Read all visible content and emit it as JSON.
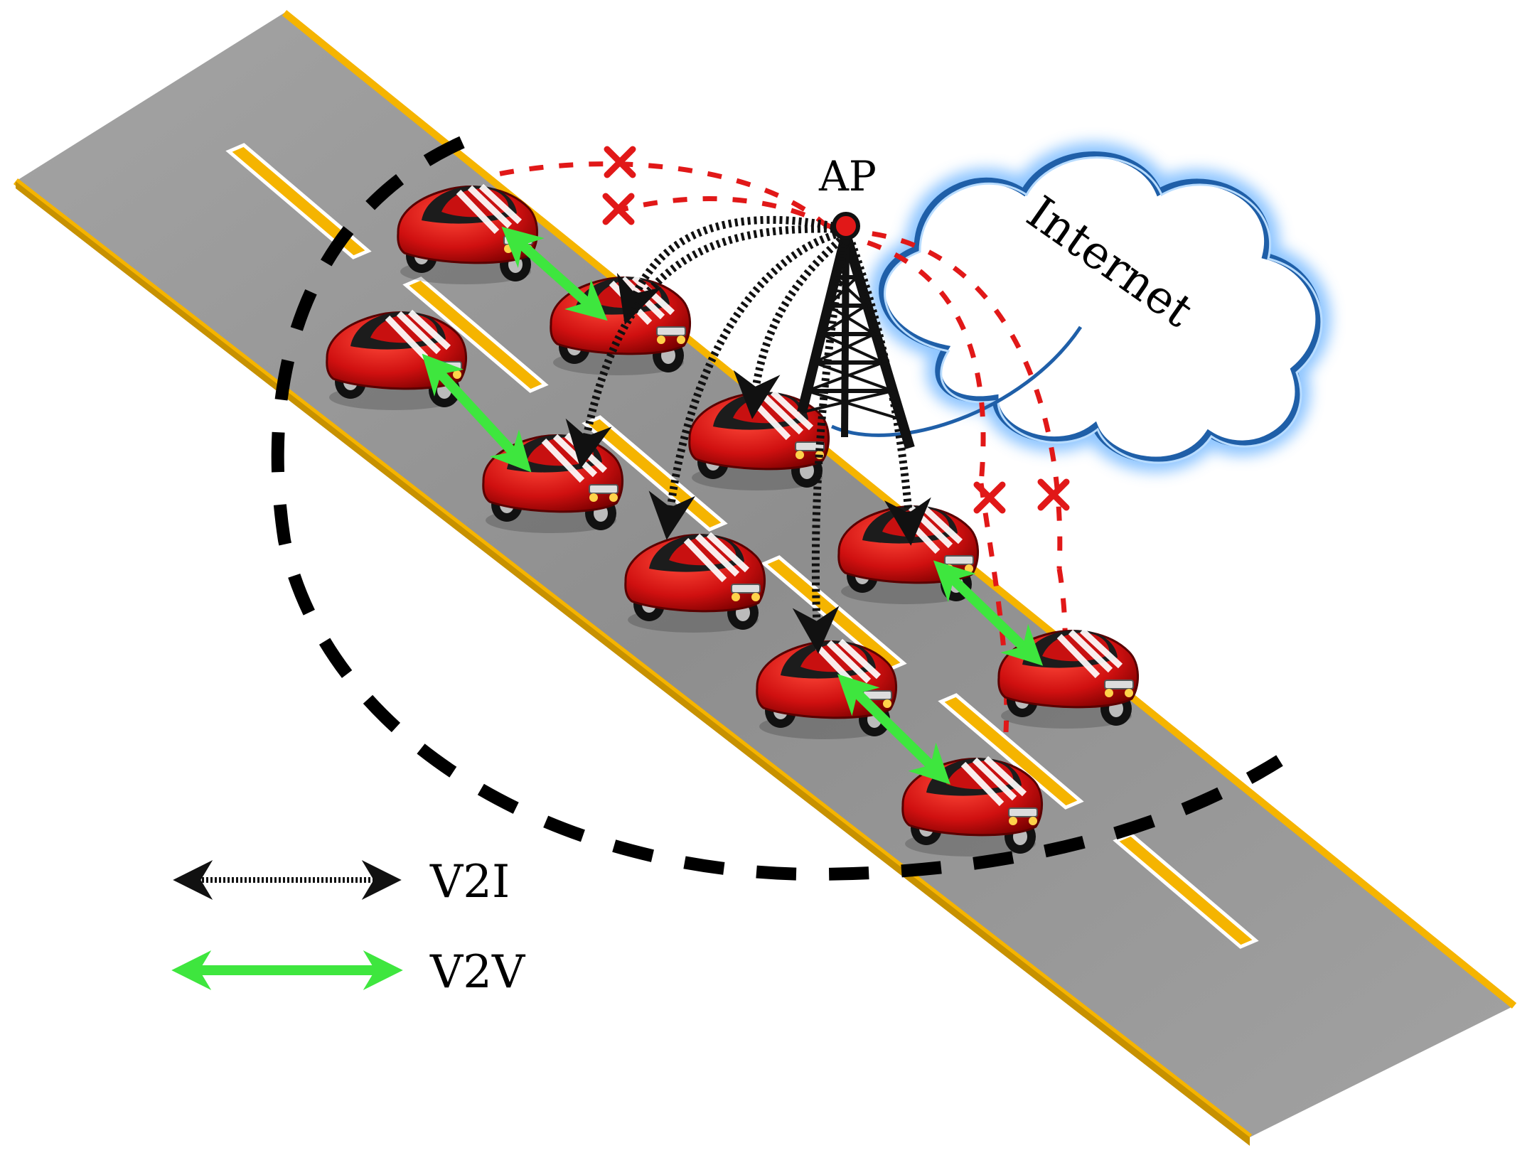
{
  "figure": {
    "labels": {
      "access_point": "AP",
      "cloud": "Internet"
    },
    "legend": [
      {
        "key": "v2i",
        "label": "V2I",
        "style": "black-dotted-double-arrow"
      },
      {
        "key": "v2v",
        "label": "V2V",
        "style": "green-solid-double-arrow"
      }
    ],
    "colors": {
      "road": "#9a9a9a",
      "road_edge": "#f5b400",
      "lane_marking": "#f5b400",
      "car_body": "#d01010",
      "v2v_link": "#3ee63e",
      "v2i_link": "#111111",
      "blocked_link": "#e11818",
      "coverage_boundary": "#000000",
      "cloud_outline": "#1f5fa8"
    },
    "icons": [
      "car-icon",
      "ap-tower-icon",
      "cloud-icon",
      "blocked-x-icon"
    ]
  }
}
